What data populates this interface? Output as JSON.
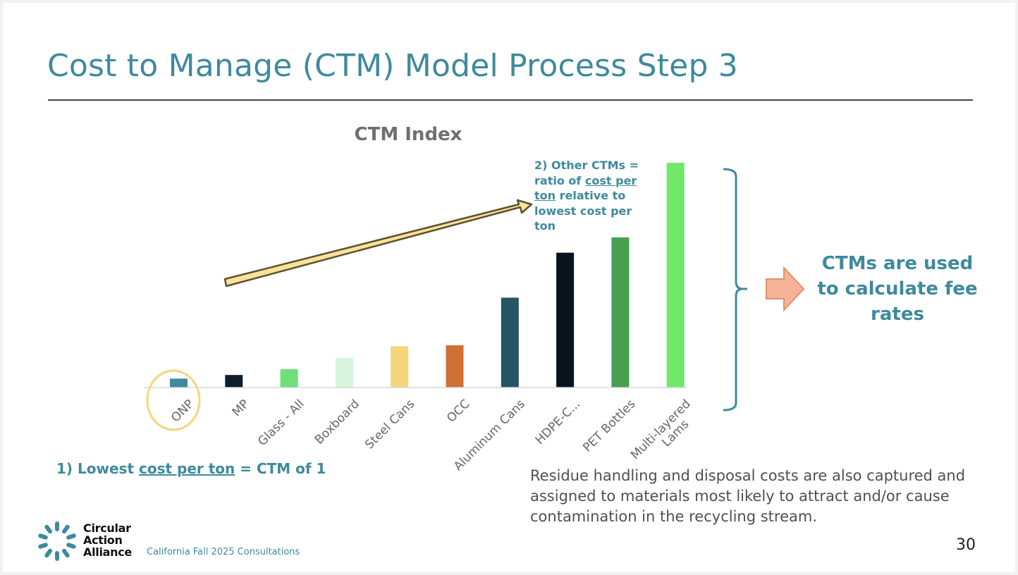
{
  "slide": {
    "title": "Cost to Manage (CTM) Model Process Step 3",
    "page_number": "30"
  },
  "notes": {
    "other_ctms_prefix": "2) Other CTMs = ratio of ",
    "other_ctms_underlined": "cost per ton",
    "other_ctms_suffix": " relative to lowest cost per ton",
    "lowest_prefix": "1) Lowest ",
    "lowest_underlined": "cost per ton",
    "lowest_suffix": " = CTM of 1"
  },
  "callout": {
    "text": "CTMs are used to calculate fee rates"
  },
  "residue_text": "Residue handling and disposal costs are also captured and assigned to materials most likely to attract and/or cause contamination in the recycling stream.",
  "footer": {
    "logo_line1": "Circular",
    "logo_line2": "Action",
    "logo_line3": "Alliance",
    "event": "California Fall 2025 Consultations"
  },
  "colors": {
    "accent": "#3e8a9c",
    "highlight_circle": "#f5d57a",
    "arrow_fill": "#f7e39a",
    "arrow_stroke": "#5e5030",
    "callout_arrow_fill": "#f6b39a",
    "callout_arrow_stroke": "#e3906a"
  },
  "chart_data": {
    "type": "bar",
    "title": "CTM Index",
    "categories": [
      "ONP",
      "MP",
      "Glass - All",
      "Boxboard",
      "Steel Cans",
      "OCC",
      "Aluminum Cans",
      "HDPE-C...",
      "PET Bottles",
      "Multi-layered Lams"
    ],
    "values": [
      1,
      1.4,
      2.05,
      3.3,
      4.6,
      4.7,
      10,
      15,
      16.7,
      25
    ],
    "bar_colors": [
      "#3e8a9c",
      "#0e1e2c",
      "#6fdf7a",
      "#d6f5dc",
      "#f5d57a",
      "#d07035",
      "#245565",
      "#08131e",
      "#46a050",
      "#6fe86b"
    ],
    "ylim": [
      0,
      25
    ],
    "highlighted_category": "ONP"
  }
}
